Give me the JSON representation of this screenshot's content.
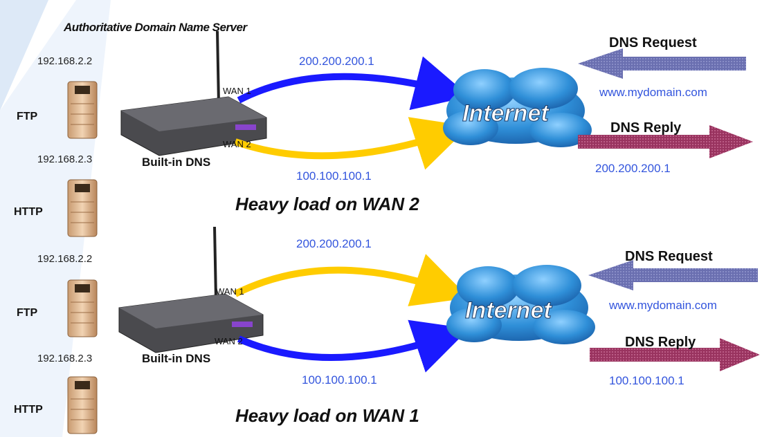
{
  "title": "Authoritative Domain Name Server",
  "scenarios": [
    {
      "caption": "Heavy load on WAN 2",
      "servers": [
        {
          "ip": "192.168.2.2",
          "label": "FTP"
        },
        {
          "ip": "192.168.2.3",
          "label": "HTTP"
        }
      ],
      "router": {
        "wan1": "WAN 1",
        "wan2": "WAN 2",
        "builtin": "Built-in DNS"
      },
      "wan1_ip": "200.200.200.1",
      "wan2_ip": "100.100.100.1",
      "internet": "Internet",
      "dns_request": "DNS Request",
      "domain": "www.mydomain.com",
      "dns_reply": "DNS Reply",
      "reply_ip": "200.200.200.1"
    },
    {
      "caption": "Heavy load on WAN 1",
      "servers": [
        {
          "ip": "192.168.2.2",
          "label": "FTP"
        },
        {
          "ip": "192.168.2.3",
          "label": "HTTP"
        }
      ],
      "router": {
        "wan1": "WAN 1",
        "wan2": "WAN 2",
        "builtin": "Built-in DNS"
      },
      "wan1_ip": "200.200.200.1",
      "wan2_ip": "100.100.100.1",
      "internet": "Internet",
      "dns_request": "DNS Request",
      "domain": "www.mydomain.com",
      "dns_reply": "DNS Reply",
      "reply_ip": "100.100.100.1"
    }
  ],
  "colors": {
    "active_link": "#1a1aff",
    "idle_link": "#ffcc00",
    "request_arrow": "#6666aa",
    "reply_arrow": "#993366",
    "cloud": "#3399dd"
  },
  "icons": [
    "server-tower-icon",
    "router-icon",
    "antenna-icon",
    "internet-cloud-icon"
  ]
}
